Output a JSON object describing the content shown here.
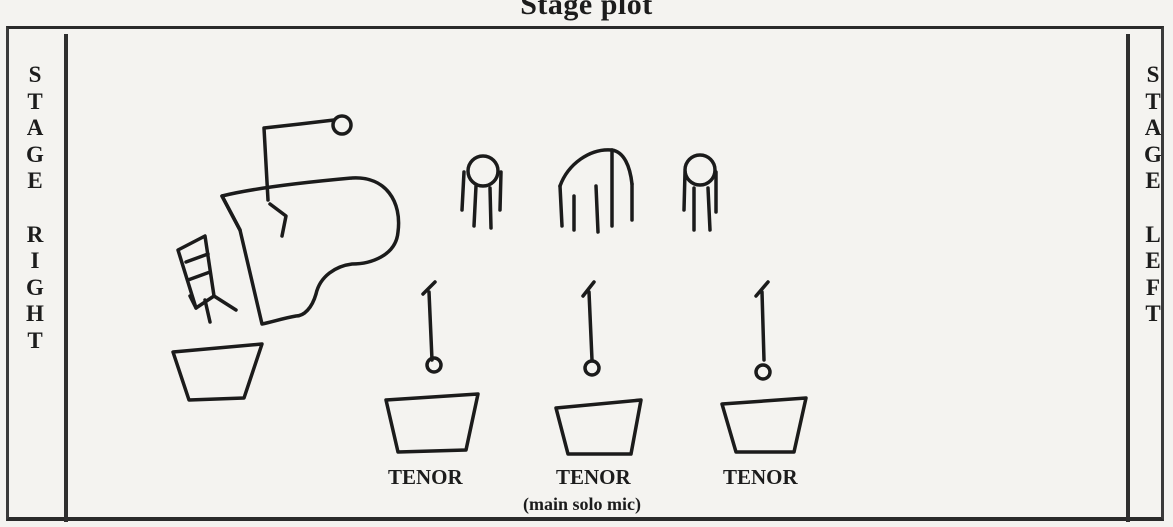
{
  "title": "Stage plot",
  "stage_right": [
    "S",
    "T",
    "A",
    "G",
    "E",
    "",
    "R",
    "I",
    "G",
    "H",
    "T"
  ],
  "stage_left": [
    "S",
    "T",
    "A",
    "G",
    "E",
    "",
    "L",
    "E",
    "F",
    "T"
  ],
  "performers": [
    {
      "label": "TENOR",
      "note": ""
    },
    {
      "label": "TENOR",
      "note": "(main solo mic)"
    },
    {
      "label": "TENOR",
      "note": ""
    }
  ]
}
